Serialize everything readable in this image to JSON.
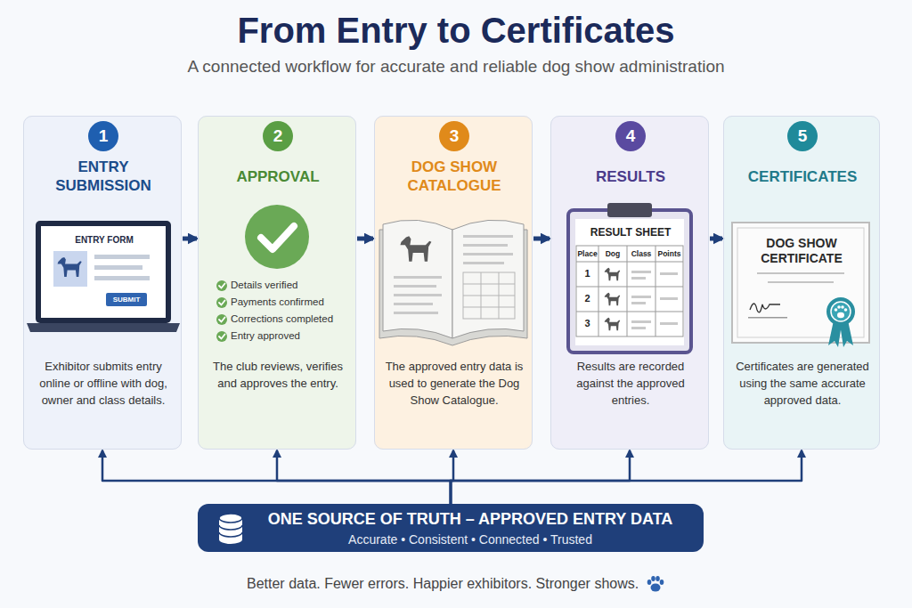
{
  "diagram": {
    "title": "From Entry to Certificates",
    "caption": "Better data. Fewer errors. Happier exhibitors. Stronger shows.",
    "nodes": [
      {
        "text": [
          "ENTRY SUBMISSION",
          "Exhibitor submits entry online or offline with dog, owner and class details."
        ]
      },
      {
        "text": [
          "1"
        ],
        "in": 0
      },
      {
        "text": [
          "ENTRY FORM"
        ],
        "in": 0
      },
      {
        "text": [
          "SUBMIT"
        ],
        "in": 2
      },
      {
        "text": [
          "APPROVAL",
          "The club reviews, verifies and approves the entry."
        ]
      },
      {
        "text": [
          "2"
        ],
        "in": 4
      },
      {
        "text": [
          "DOG SHOW CATALOGUE",
          "The approved entry data is used to generate the Dog Show Catalogue."
        ]
      },
      {
        "text": [
          "3"
        ],
        "in": 6
      },
      {
        "text": [
          "RESULTS",
          "Results are recorded against the approved entries."
        ]
      },
      {
        "text": [
          "4"
        ],
        "in": 8
      },
      {
        "text": [
          "RESULT SHEET"
        ],
        "in": 8
      },
      {
        "text": [
          "CERTIFICATES",
          "Certificates are generated using the same accurate approved data."
        ]
      },
      {
        "text": [
          "5"
        ],
        "in": 11
      },
      {
        "text": [
          "DOG SHOW CERTIFICATE"
        ],
        "in": 11
      },
      {
        "text": [
          "ONE SOURCE OF TRUTH – APPROVED ENTRY DATA",
          "Accurate • Consistent • Connected • Trusted"
        ]
      }
    ],
    "edges": [
      {
        "from": 0,
        "to": 4,
        "arrow": "to"
      },
      {
        "from": 4,
        "to": 6,
        "arrow": "to"
      },
      {
        "from": 6,
        "to": 8,
        "arrow": "to"
      },
      {
        "from": 8,
        "to": 11,
        "arrow": "to"
      },
      {
        "from": 14,
        "to": 0,
        "arrow": "to"
      },
      {
        "from": 14,
        "to": 4,
        "arrow": "to"
      },
      {
        "from": 14,
        "to": 6,
        "arrow": "to"
      },
      {
        "from": 14,
        "to": 8,
        "arrow": "to"
      },
      {
        "from": 14,
        "to": 11,
        "arrow": "to"
      }
    ],
    "labels": [
      "A connected workflow for accurate and reliable dog show administration",
      "Details verified",
      "Payments confirmed",
      "Corrections completed",
      "Entry approved",
      "Place",
      "Dog",
      "Class",
      "Points",
      "1",
      "2",
      "3"
    ]
  }
}
